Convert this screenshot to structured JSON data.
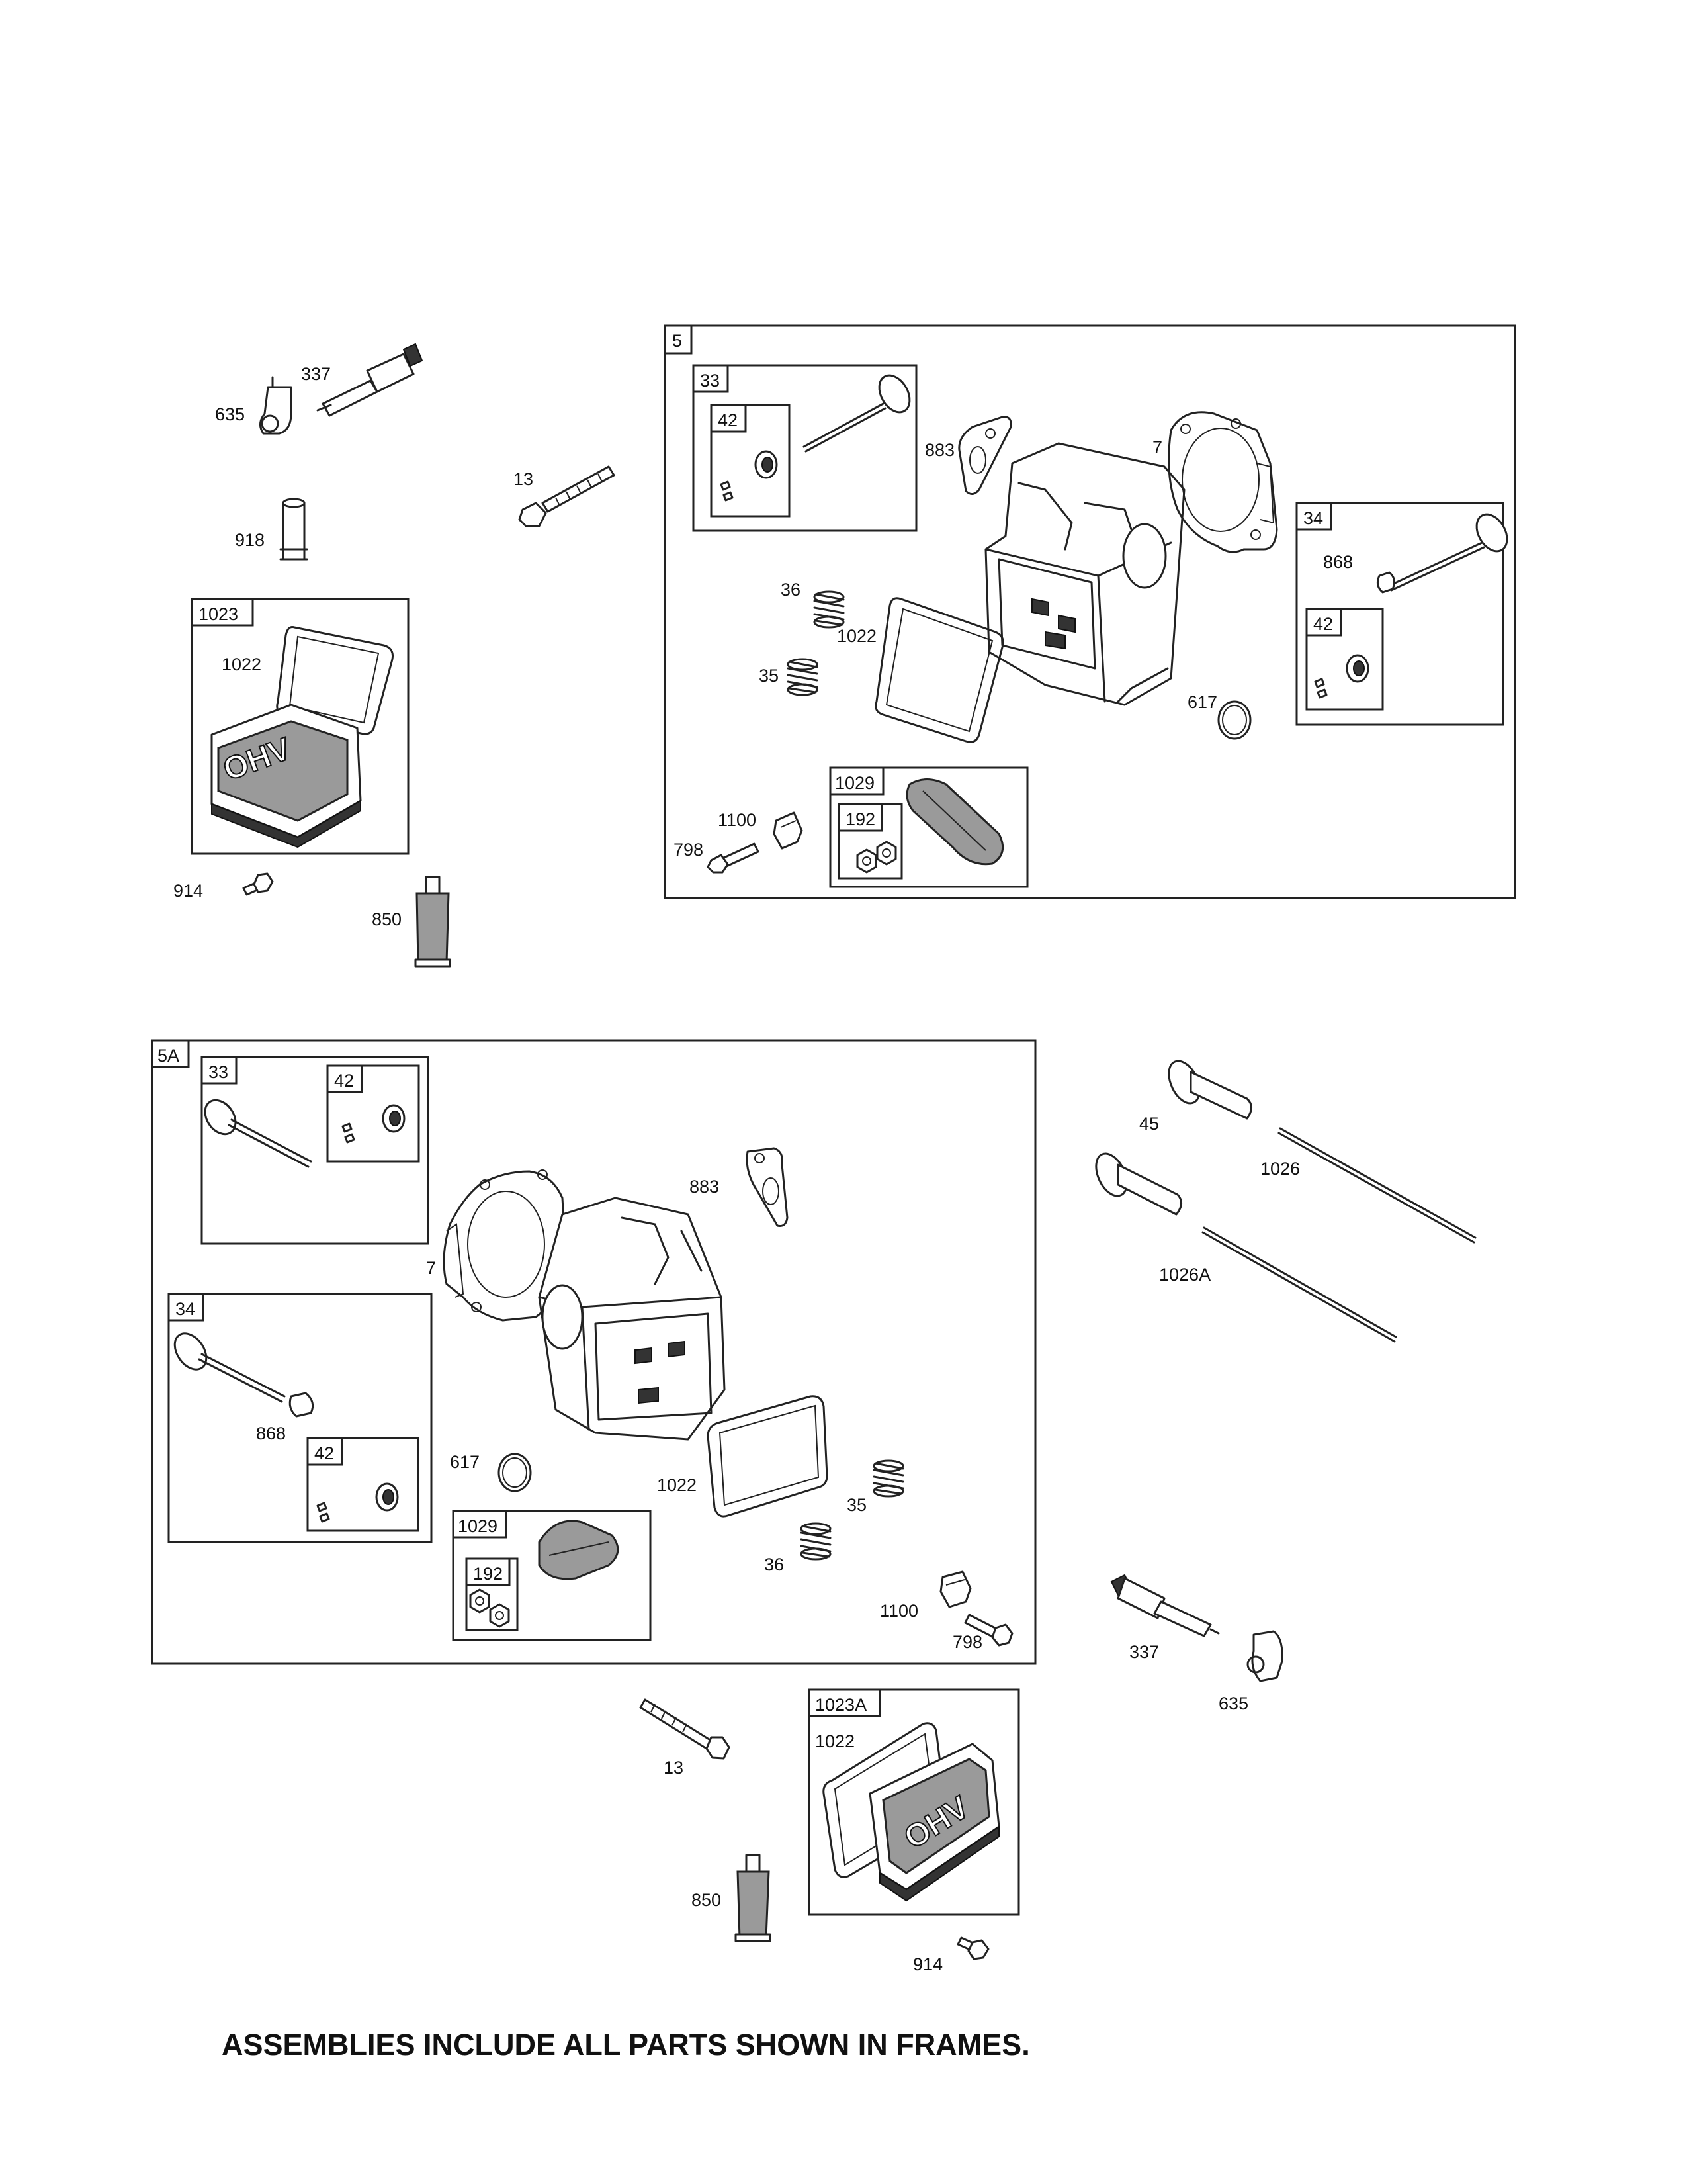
{
  "labels": {
    "l337a": "337",
    "l635a": "635",
    "l918": "918",
    "l13a": "13",
    "l1022a": "1022",
    "l914a": "914",
    "l850a": "850",
    "l883a": "883",
    "l7a": "7",
    "l36a": "36",
    "l1022b": "1022",
    "l35a": "35",
    "l868a": "868",
    "l617a": "617",
    "l1100a": "1100",
    "l798a": "798",
    "l883b": "883",
    "l7b": "7",
    "l868b": "868",
    "l617b": "617",
    "l1022c": "1022",
    "l35b": "35",
    "l36b": "36",
    "l1100b": "1100",
    "l798b": "798",
    "l45": "45",
    "l1026": "1026",
    "l1026A": "1026A",
    "l337b": "337",
    "l635b": "635",
    "l13b": "13",
    "l1022d": "1022",
    "l850b": "850",
    "l914b": "914"
  },
  "tags": {
    "t5": "5",
    "t33a": "33",
    "t42a": "42",
    "t34a": "34",
    "t42b": "42",
    "t1029a": "1029",
    "t192a": "192",
    "t1023": "1023",
    "t5A": "5A",
    "t33b": "33",
    "t42c": "42",
    "t34b": "34",
    "t42d": "42",
    "t1029b": "1029",
    "t192b": "192",
    "t1023A": "1023A"
  },
  "logo_text": "OHV",
  "footer_note": "ASSEMBLIES INCLUDE ALL PARTS SHOWN IN FRAMES."
}
